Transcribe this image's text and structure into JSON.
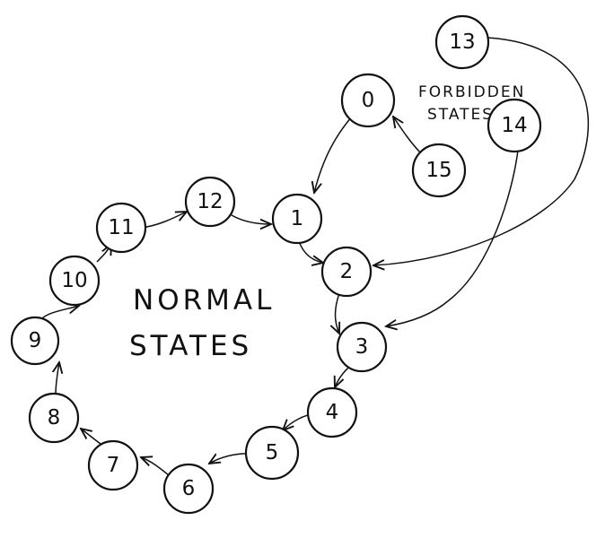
{
  "diagram": {
    "normal_label_line1": "NORMAL",
    "normal_label_line2": "STATES",
    "forbidden_label_line1": "FORBIDDEN",
    "forbidden_label_line2": "STATES",
    "stroke_color": "#111111",
    "background_color": "#ffffff"
  },
  "states": {
    "s0": "0",
    "s1": "1",
    "s2": "2",
    "s3": "3",
    "s4": "4",
    "s5": "5",
    "s6": "6",
    "s7": "7",
    "s8": "8",
    "s9": "9",
    "s10": "10",
    "s11": "11",
    "s12": "12",
    "s13": "13",
    "s14": "14",
    "s15": "15"
  },
  "transitions": [
    [
      "1",
      "2"
    ],
    [
      "2",
      "3"
    ],
    [
      "3",
      "4"
    ],
    [
      "4",
      "5"
    ],
    [
      "5",
      "6"
    ],
    [
      "6",
      "7"
    ],
    [
      "7",
      "8"
    ],
    [
      "8",
      "9"
    ],
    [
      "9",
      "10"
    ],
    [
      "10",
      "11"
    ],
    [
      "11",
      "12"
    ],
    [
      "12",
      "1"
    ],
    [
      "0",
      "1"
    ],
    [
      "15",
      "0"
    ],
    [
      "13",
      "2"
    ],
    [
      "14",
      "3"
    ]
  ]
}
